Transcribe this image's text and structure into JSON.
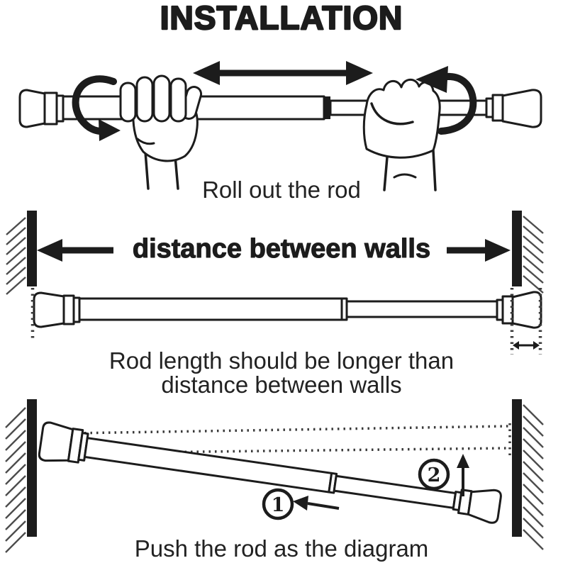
{
  "title": "INSTALLATION",
  "colors": {
    "ink": "#1c1c1c",
    "paper": "#ffffff",
    "hatch_gray": "#4d4d4d",
    "dotted_gray": "#3a3a3a"
  },
  "step1": {
    "caption": "Roll out the rod"
  },
  "step2": {
    "wall_label": "distance between walls",
    "caption_line1": "Rod length should be longer than",
    "caption_line2": "distance between walls"
  },
  "step3": {
    "caption": "Push the rod as the diagram",
    "badge1": "1",
    "badge2": "2"
  }
}
